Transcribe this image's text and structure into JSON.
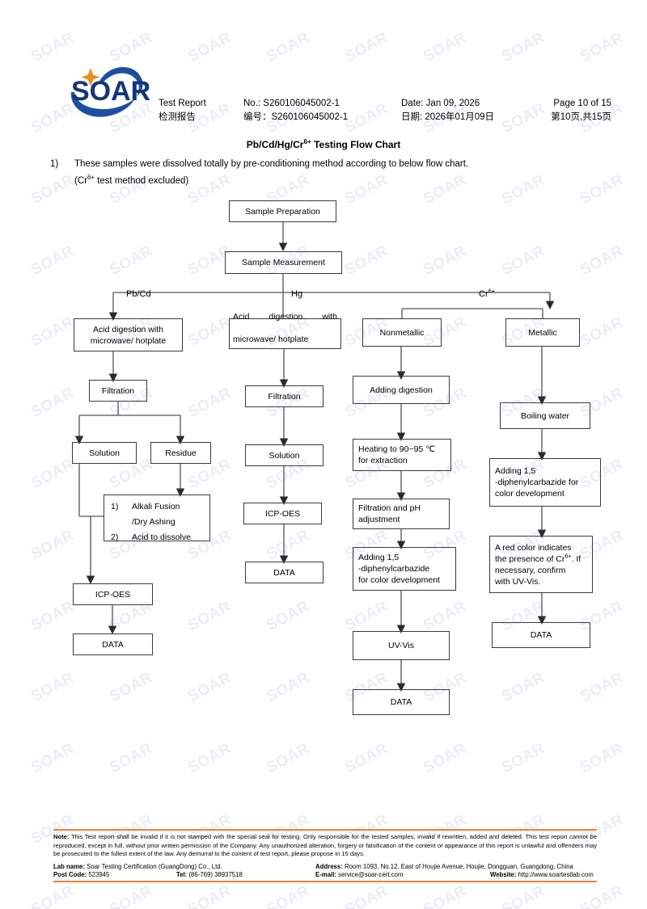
{
  "header": {
    "logo_text": "SOAR",
    "logo_navy": "#15357a",
    "logo_blue": "#1c4fa0",
    "logo_star": "#f08a1c",
    "report_en": "Test Report",
    "report_cn": "检测报告",
    "no_en": "No.: S260106045002-1",
    "no_cn": "编号：S260106045002-1",
    "date_en": "Date: Jan 09, 2026",
    "date_cn": "日期: 2026年01月09日",
    "page_en": "Page 10 of 15",
    "page_cn": "第10页,共15页"
  },
  "title": {
    "main_pre": "Pb/Cd/Hg/Cr",
    "main_sup": "6+",
    "main_post": " Testing Flow Chart"
  },
  "note": {
    "number": "1)",
    "line1": "These samples were dissolved totally by pre-conditioning method according to below flow chart.",
    "line2_pre": "(Cr",
    "line2_sup": "6+",
    "line2_post": " test method excluded)"
  },
  "chart_data": {
    "type": "flowchart",
    "title": "Pb/Cd/Hg/Cr6+ Testing Flow Chart",
    "branch_labels": [
      "Pb/Cd",
      "Hg",
      "Cr6+"
    ],
    "nodes": {
      "sample_preparation": "Sample Preparation",
      "sample_measurement": "Sample Measurement",
      "pbcd_digestion": "Acid digestion with microwave/ hotplate",
      "pbcd_filtration": "Filtration",
      "pbcd_solution": "Solution",
      "pbcd_residue": "Residue",
      "pbcd_list_1_marker": "1)",
      "pbcd_list_1_text": "Alkali Fusion",
      "pbcd_list_1_cont": "/Dry Ashing",
      "pbcd_list_2_marker": "2)",
      "pbcd_list_2_text": "Acid to dissolve",
      "pbcd_icp": "ICP-OES",
      "pbcd_data": "DATA",
      "hg_digestion": "Acid digestion with microwave/ hotplate",
      "hg_filtration": "Filtration",
      "hg_solution": "Solution",
      "hg_icp": "ICP-OES",
      "hg_data": "DATA",
      "cr_nonmetallic": "Nonmetallic",
      "cr_metallic": "Metallic",
      "nm_adding_digestion": "Adding digestion",
      "nm_heating": "Heating to 90~95 ℃ for extraction",
      "nm_filtration_ph": "Filtration and pH adjustment",
      "nm_adding_dpc": "Adding 1,5 -diphenylcarbazide for color development",
      "nm_uvvis": "UV-Vis",
      "nm_data": "DATA",
      "m_boiling": "Boiling water",
      "m_adding_dpc": "Adding 1,5 -diphenylcarbazide for color development",
      "m_red_color": "A red color indicates the presence of Cr6+. If necessary, confirm with UV-Vis.",
      "m_data": "DATA"
    },
    "edges": [
      "Sample Preparation -> Sample Measurement",
      "Sample Measurement -> Acid digestion with microwave/ hotplate (Pb/Cd)",
      "Sample Measurement -> Acid digestion with microwave/ hotplate (Hg)",
      "Sample Measurement -> Nonmetallic (Cr6+)",
      "Sample Measurement -> Metallic (Cr6+)",
      "Acid digestion (Pb/Cd) -> Filtration",
      "Filtration -> Solution",
      "Filtration -> Residue",
      "Residue -> Alkali Fusion/Dry Ashing; Acid to dissolve",
      "Solution -> ICP-OES",
      "Alkali Fusion list -> ICP-OES",
      "ICP-OES -> DATA",
      "Acid digestion (Hg) -> Filtration",
      "Filtration -> Solution",
      "Solution -> ICP-OES",
      "ICP-OES -> DATA",
      "Nonmetallic -> Adding digestion",
      "Adding digestion -> Heating to 90~95 ℃ for extraction",
      "Heating -> Filtration and pH adjustment",
      "Filtration and pH adjustment -> Adding 1,5-diphenylcarbazide for color development",
      "Adding 1,5-diphenylcarbazide -> UV-Vis",
      "UV-Vis -> DATA",
      "Metallic -> Boiling water",
      "Boiling water -> Adding 1,5-diphenylcarbazide for color development",
      "Adding 1,5-diphenylcarbazide -> A red color indicates the presence of Cr6+",
      "A red color indicates -> DATA"
    ]
  },
  "flow_text": {
    "sample_preparation": "Sample Preparation",
    "sample_measurement": "Sample Measurement",
    "label_pbcd": "Pb/Cd",
    "label_hg": "Hg",
    "label_cr_pre": "Cr",
    "label_cr_sup": "6+",
    "acid_digestion_1": "Acid digestion with",
    "acid_digestion_2": "microwave/ hotplate",
    "acid_digestion_hg_1": "Acid    digestion    with",
    "acid_digestion_hg_2": "microwave/ hotplate",
    "filtration": "Filtration",
    "solution": "Solution",
    "residue": "Residue",
    "list_m1": "1)",
    "list_t1": "Alkali Fusion",
    "list_t1b": "/Dry Ashing",
    "list_m2": "2)",
    "list_t2": "Acid to dissolve",
    "icp_oes": "ICP-OES",
    "data": "DATA",
    "nonmetallic": "Nonmetallic",
    "metallic": "Metallic",
    "adding_digestion": "Adding digestion",
    "heating_1": "Heating to 90~95  ℃",
    "heating_2": "for extraction",
    "filt_ph_1": "Filtration    and    pH",
    "filt_ph_2": "adjustment",
    "dpc_1": "Adding 1,5",
    "dpc_2": "-diphenylcarbazide",
    "dpc_3": "for color development",
    "uv_vis": "UV-Vis",
    "boiling_water": "Boiling water",
    "m_dpc_1": "Adding 1,5",
    "m_dpc_2": "-diphenylcarbazide for",
    "m_dpc_3": "color development",
    "red_1": "A   red   color   indicates",
    "red_2_pre": "the  presence  of  Cr",
    "red_2_sup": "6+",
    "red_2_post": ". If",
    "red_3": "necessary,            confirm",
    "red_4": "with UV-Vis."
  },
  "footer": {
    "accent_color": "#ee8033",
    "note_label": "Note:",
    "note_body": " This Test report shall be invalid if it is not stamped with the special seal for testing. Only responsible for the tested samples, invalid if rewritten, added and deleted. This test report cannot be reproduced, except in full, without prior written permission of the Company.    Any unauthorized alteration, forgery or falsification of the content or appearance of this report is unlawful and offenders may be prosecuted to the fullest extent of the law. Any demurral to the content of test report, please propose in 15 days.",
    "lab_label": "Lab name:",
    "lab_value": " Soar Testing Certification (GuangDong) Co., Ltd.",
    "post_label": "Post Code:",
    "post_value": " 523945",
    "tel_label": "Tel:",
    "tel_value": "  (86-769) 38937518",
    "address_label": "Address:",
    "address_value": " Room 1093, No.12, East of Houjie Avenue, Houjie, Dongguan, Guangdong, China",
    "email_label": "E-mail:",
    "email_value": " service@soar-cert.com",
    "website_label": "Website:",
    "website_value": "  http://www.soartestlab.com"
  },
  "watermark": {
    "text": "SOAR",
    "color": "#e9edf7"
  }
}
